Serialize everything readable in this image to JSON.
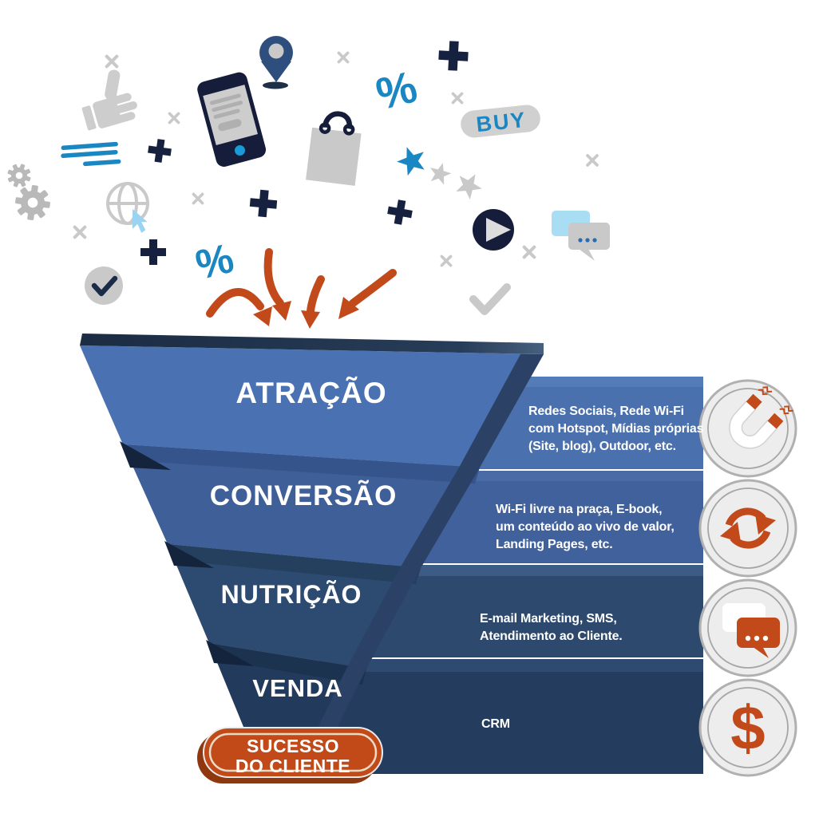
{
  "diagram_type": "marketing-funnel",
  "funnel": {
    "stages": [
      {
        "label": "ATRAÇÃO",
        "description": "Redes Sociais, Rede Wi-Fi\ncom Hotspot, Mídias próprias\n(Site, blog), Outdoor, etc.",
        "icon": "magnet-icon",
        "color": "#4a72b2"
      },
      {
        "label": "CONVERSÃO",
        "description": "Wi-Fi livre na praça, E-book,\num conteúdo ao vivo de valor,\nLanding Pages, etc.",
        "icon": "sync-arrows-icon",
        "color": "#3f5f99"
      },
      {
        "label": "NUTRIÇÃO",
        "description": "E-mail Marketing, SMS,\nAtendimento ao Cliente.",
        "icon": "chat-bubbles-icon",
        "color": "#2d4b70"
      },
      {
        "label": "VENDA",
        "description": "CRM",
        "icon": "dollar-icon",
        "color": "#223a5b"
      }
    ],
    "result_badge": {
      "line1": "SUCESSO",
      "line2": "DO CLIENTE",
      "color": "#c14a18"
    }
  },
  "floating_icons": {
    "buy_label": "BUY",
    "percent_symbol": "%",
    "dollar_symbol": "$",
    "names": [
      "thumbs-up-icon",
      "menu-lines-icon",
      "plus-icon",
      "x-icon",
      "gear-icon",
      "globe-cursor-icon",
      "check-circle-icon",
      "check-icon",
      "percent-icon",
      "smartphone-icon",
      "location-pin-icon",
      "shopping-bag-icon",
      "buy-button",
      "star-icon",
      "play-button-icon",
      "chat-bubbles-icon",
      "funnel-arrows-icon"
    ]
  },
  "colors": {
    "accent_orange": "#c2491a",
    "accent_blue": "#1b87c2",
    "icon_gray": "#c9c9c9",
    "navy": "#16203f",
    "facet_navy": "#2b4166"
  }
}
